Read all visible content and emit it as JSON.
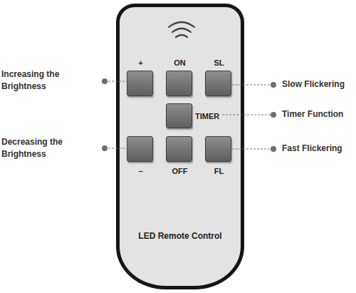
{
  "diagram": {
    "nodes": [
      {
        "text": [
          "LED Remote Control"
        ]
      },
      {
        "text": [
          "+"
        ],
        "in": 0
      },
      {
        "text": [
          "ON"
        ],
        "in": 0
      },
      {
        "text": [
          "SL"
        ],
        "in": 0
      },
      {
        "text": [
          "TIMER"
        ],
        "in": 0
      },
      {
        "text": [
          "–"
        ],
        "in": 0
      },
      {
        "text": [
          "OFF"
        ],
        "in": 0
      },
      {
        "text": [
          "FL"
        ],
        "in": 0
      }
    ],
    "labels": [
      "Increasing the Brightness",
      "Slow Flickering",
      "Timer Function",
      "Decreasing the Brightness",
      "Fast Flickering"
    ]
  }
}
